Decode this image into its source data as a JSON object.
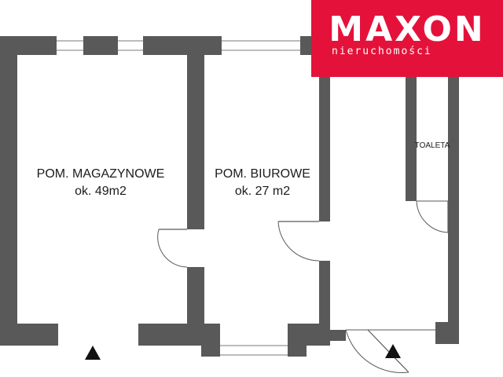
{
  "rooms": [
    {
      "name": "POM. MAGAZYNOWE",
      "area": "ok. 49m2"
    },
    {
      "name": "POM. BIUROWE",
      "area": "ok. 27 m2"
    },
    {
      "name": "TOALETA"
    }
  ],
  "logo": {
    "brand": "MAXON",
    "tagline": "nieruchomości"
  },
  "colors": {
    "wall": "#595959",
    "logo_red": "#e4123a",
    "background": "#ffffff"
  },
  "markers": [
    "entrance-triangle",
    "entrance-triangle"
  ]
}
